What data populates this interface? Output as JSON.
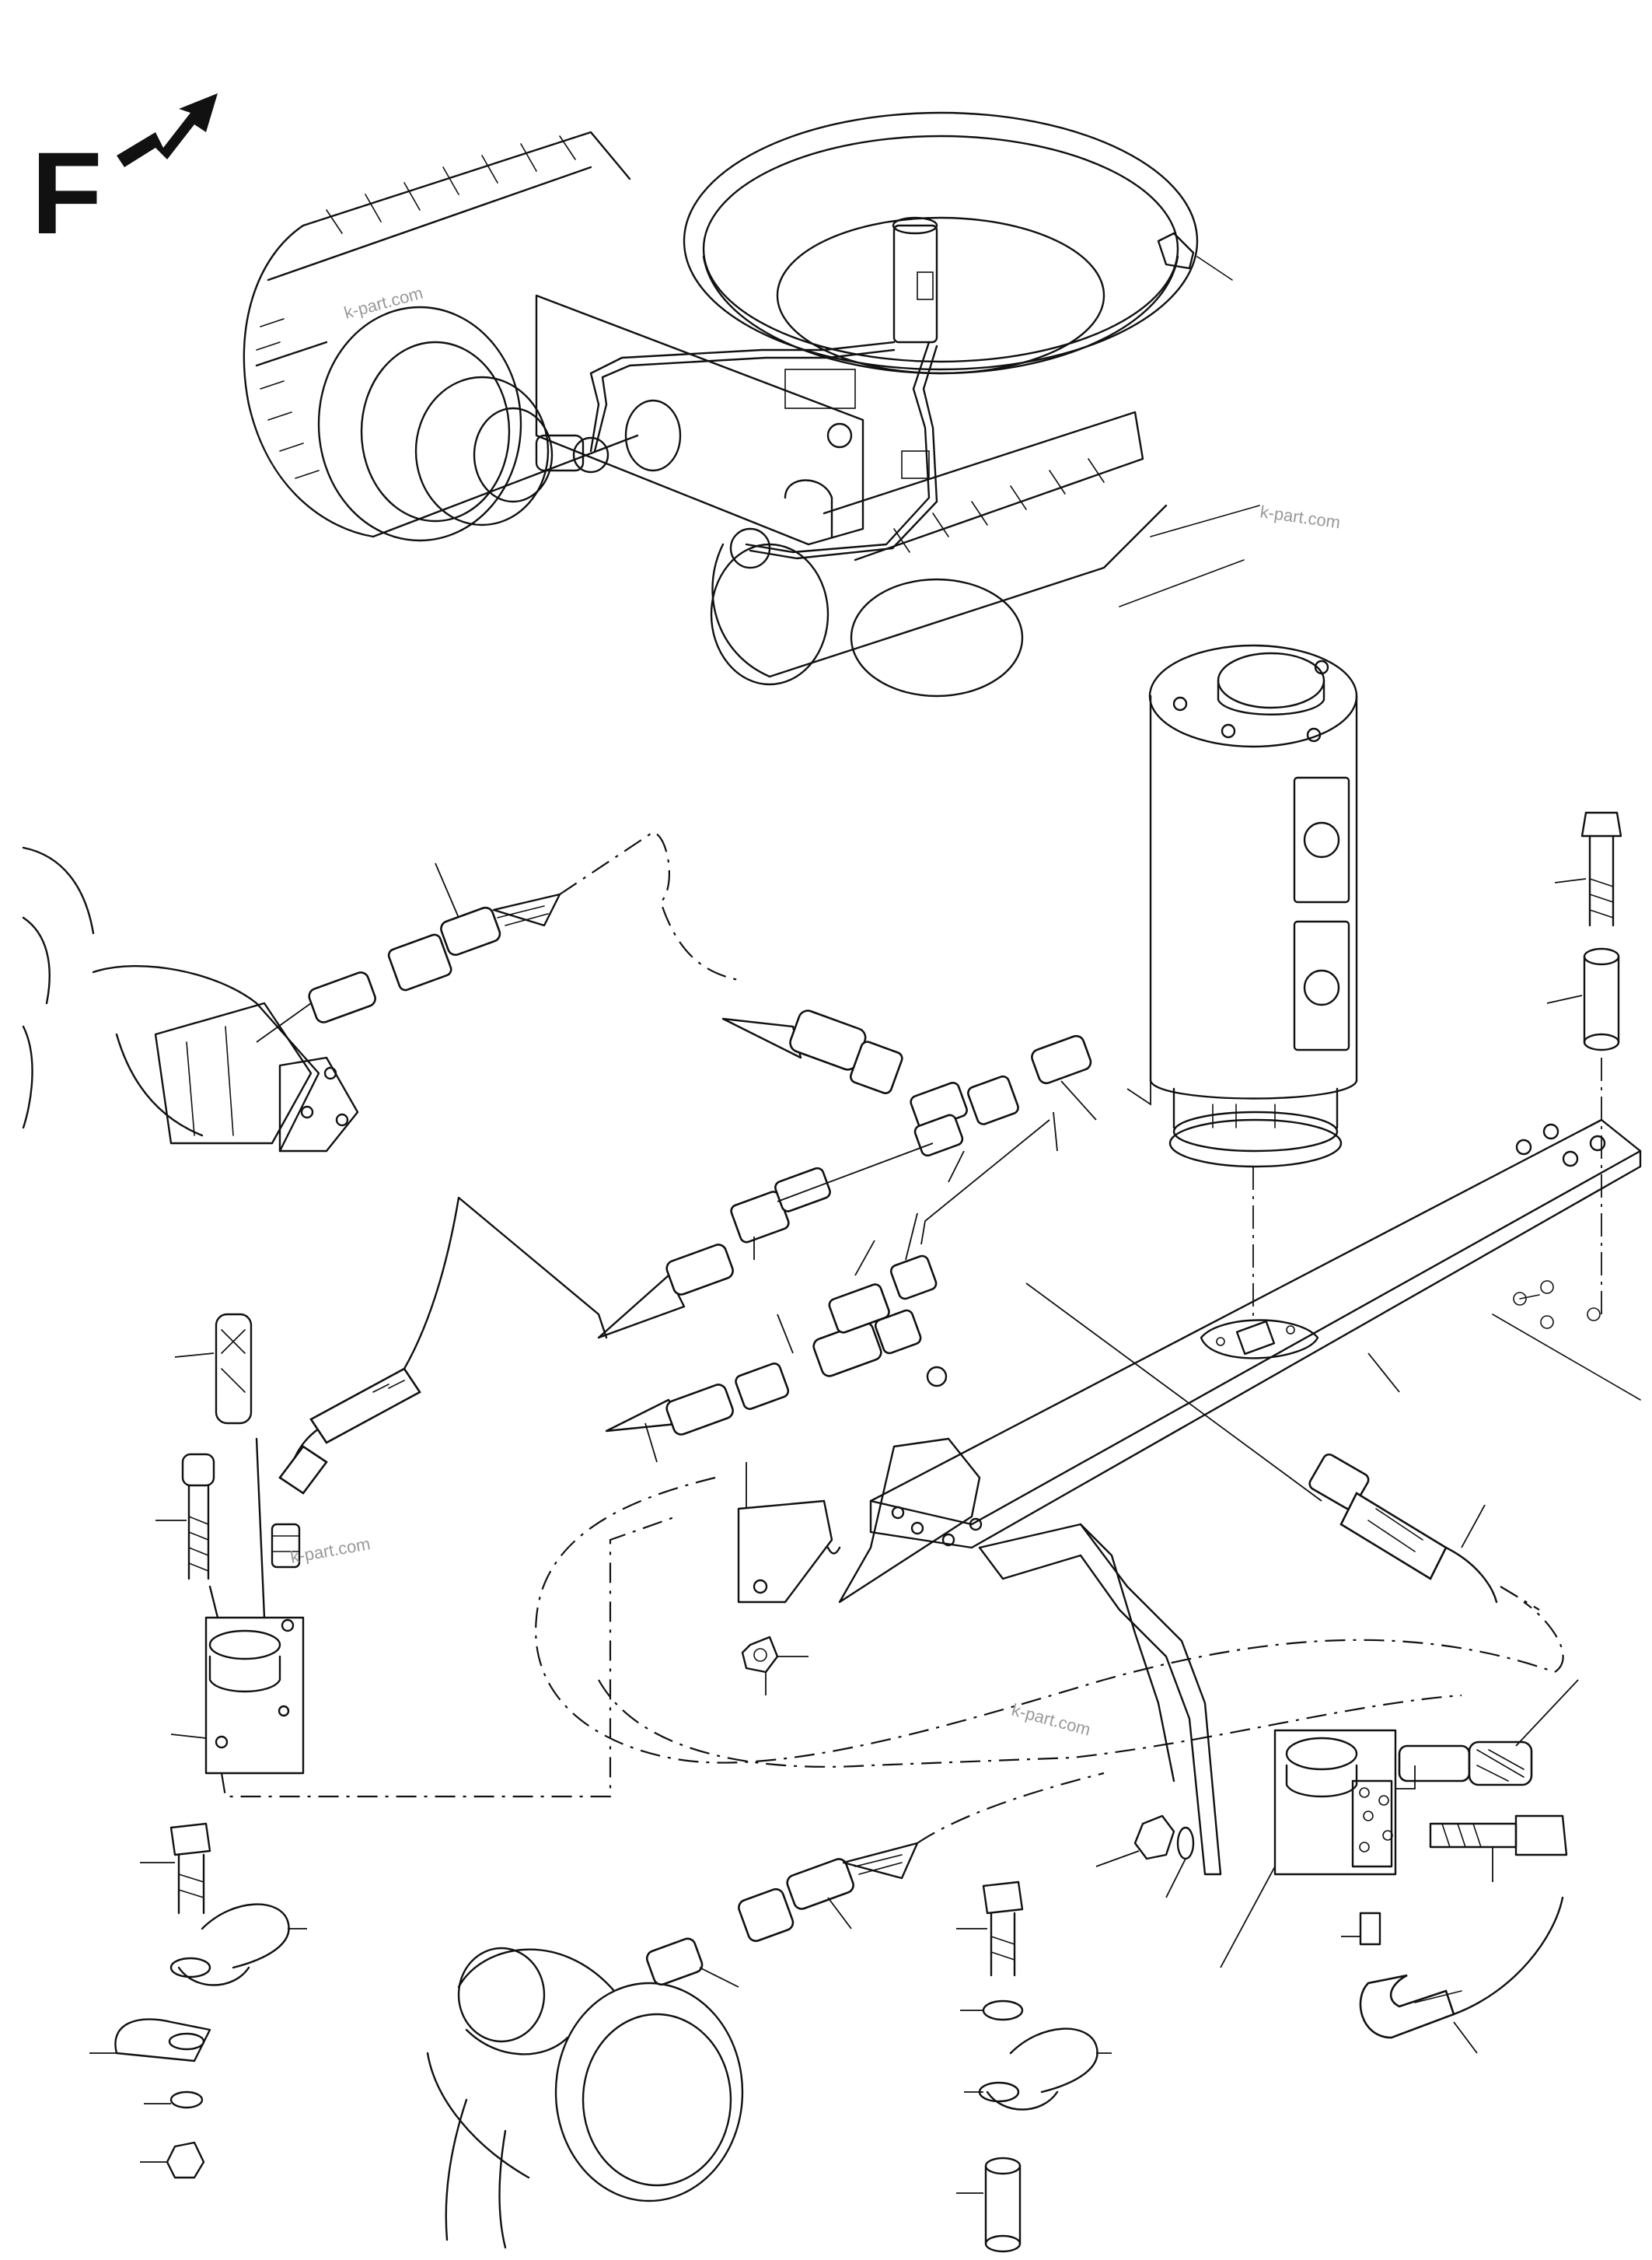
{
  "view_letter": "F",
  "watermarks": [
    "k-part.com",
    "k-part.com",
    "k-part.com",
    "k-part.com"
  ],
  "colors": {
    "line": "#111111",
    "background": "#ffffff",
    "watermark": "#999999"
  },
  "icons": [
    "direction-arrow-icon"
  ]
}
